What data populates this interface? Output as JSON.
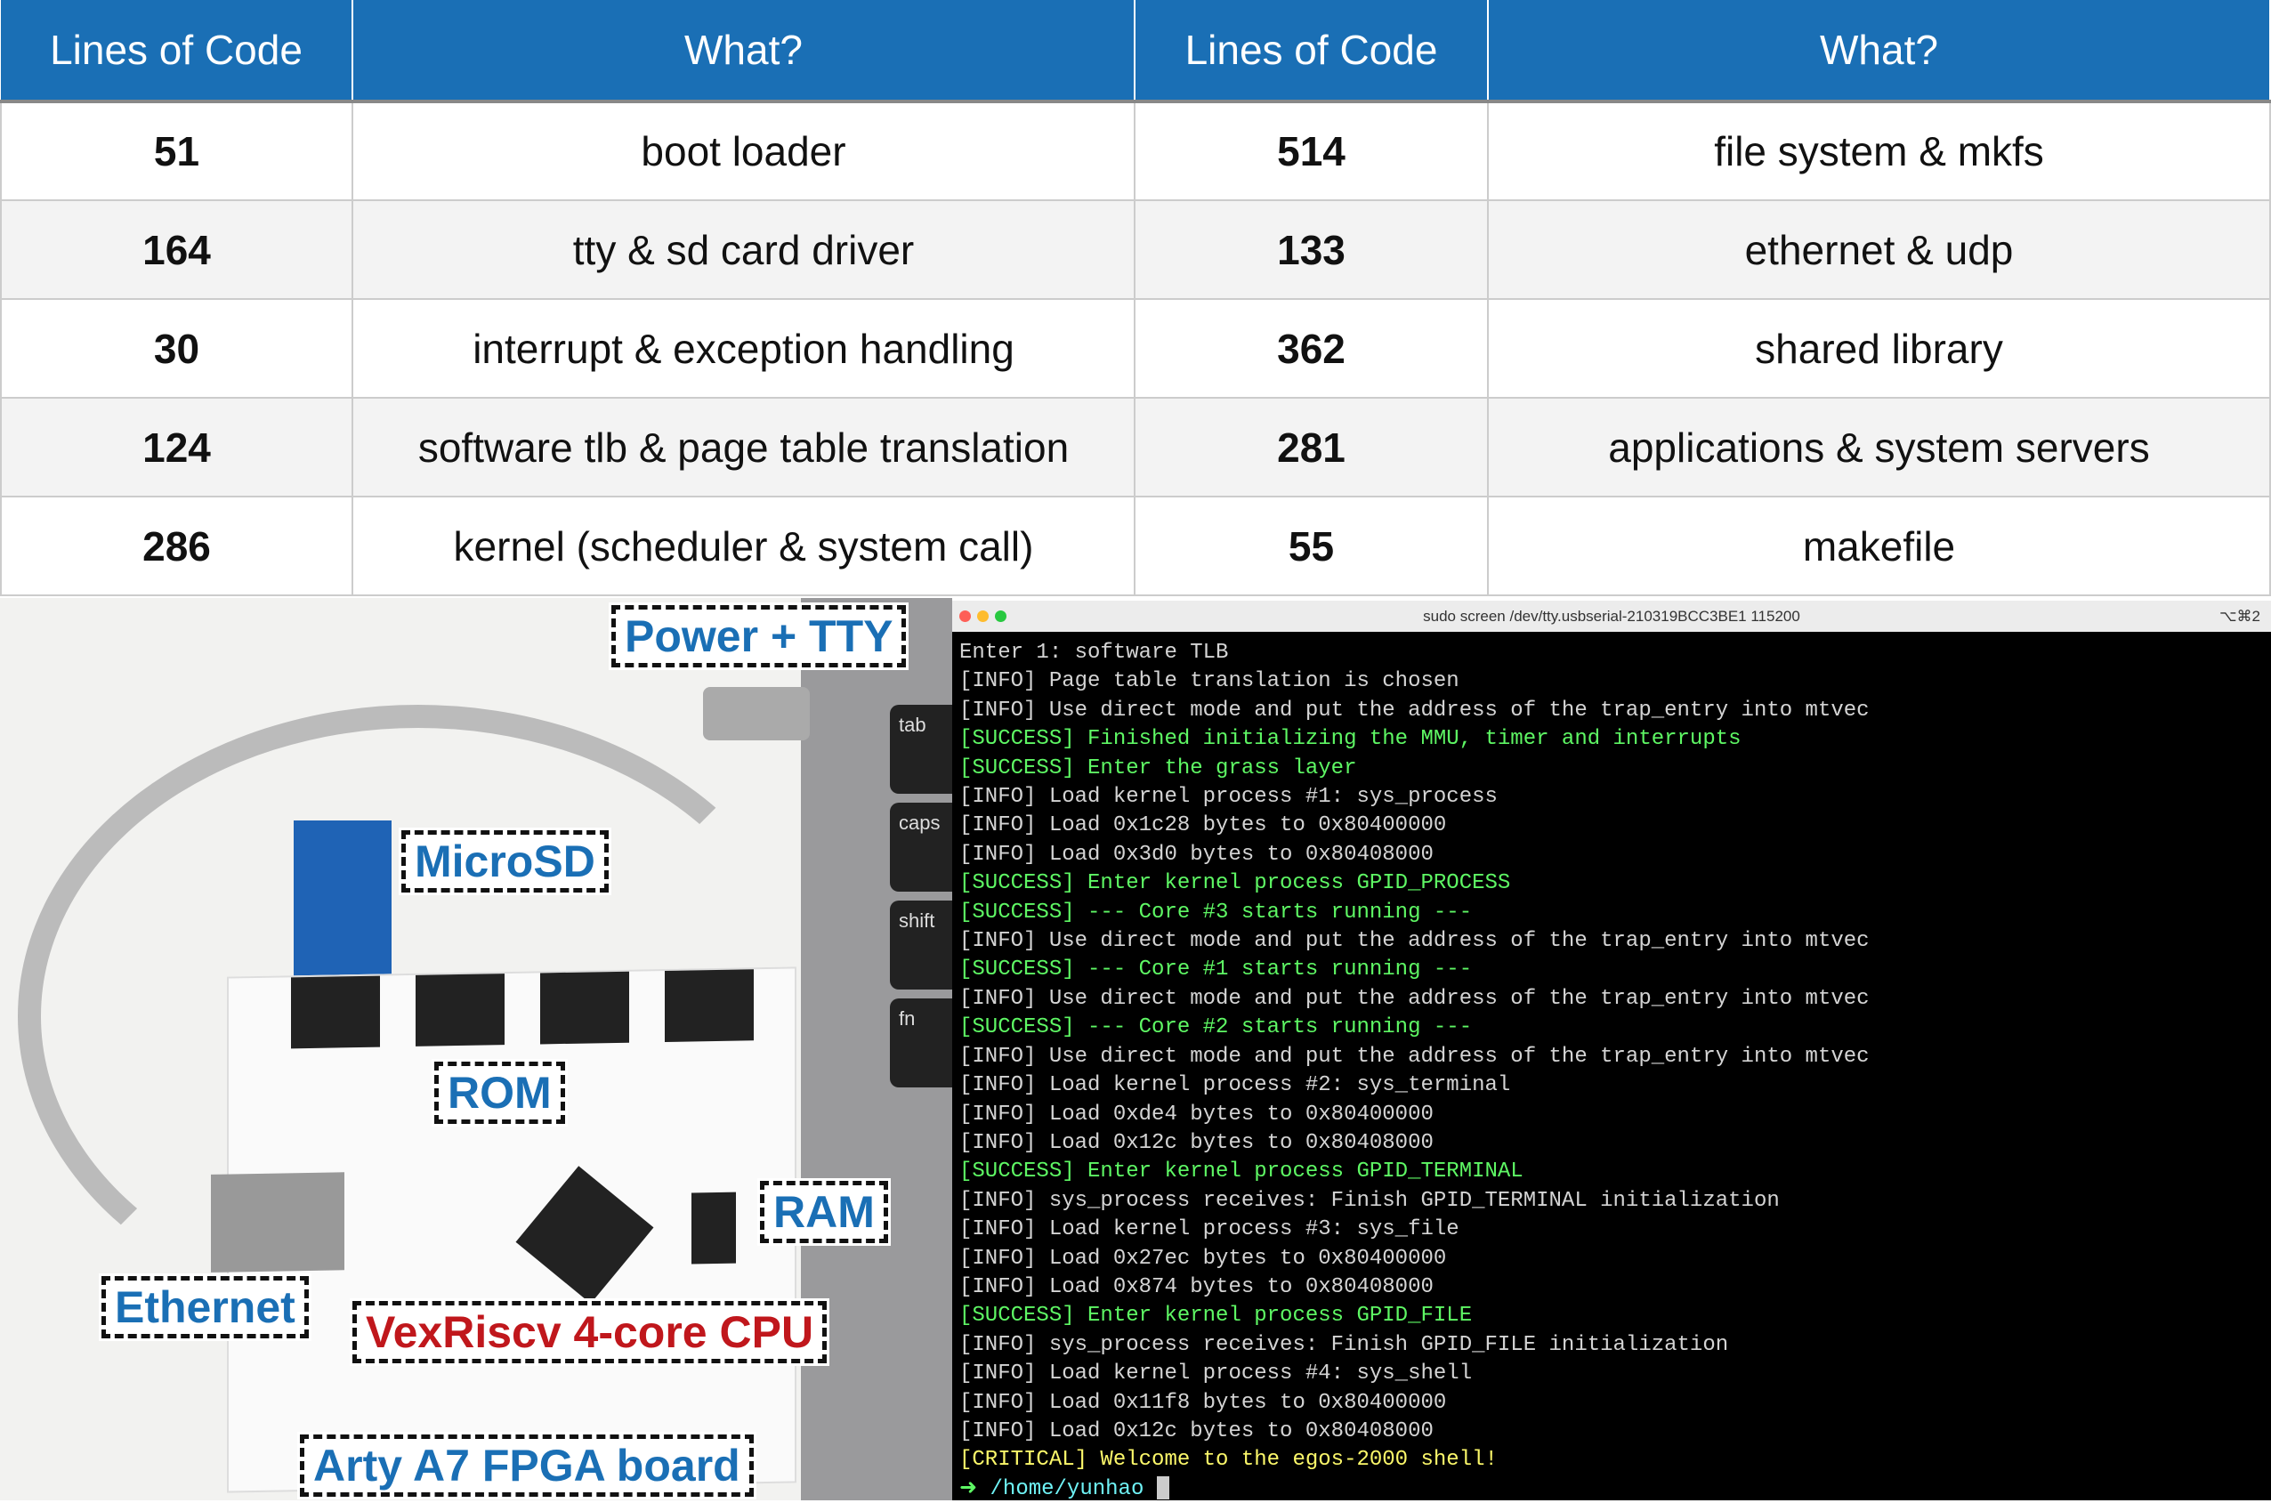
{
  "table": {
    "headers": [
      "Lines of Code",
      "What?",
      "Lines of Code",
      "What?"
    ],
    "rows": [
      [
        "51",
        "boot loader",
        "514",
        "file system & mkfs"
      ],
      [
        "164",
        "tty & sd card driver",
        "133",
        "ethernet & udp"
      ],
      [
        "30",
        "interrupt & exception handling",
        "362",
        "shared library"
      ],
      [
        "124",
        "software tlb & page table translation",
        "281",
        "applications & system servers"
      ],
      [
        "286",
        "kernel (scheduler & system call)",
        "55",
        "makefile"
      ]
    ]
  },
  "photo": {
    "labels": {
      "power": "Power + TTY",
      "microsd": "MicroSD",
      "rom": "ROM",
      "ram": "RAM",
      "ethernet": "Ethernet",
      "cpu": "VexRiscv 4-core CPU",
      "board": "Arty A7 FPGA board"
    },
    "keys": [
      "tab",
      "caps",
      "shift",
      "fn"
    ]
  },
  "terminal": {
    "title": "sudo screen /dev/tty.usbserial-210319BCC3BE1 115200",
    "shortcut": "⌥⌘2",
    "lines": [
      {
        "t": "info",
        "s": "Enter 1: software TLB"
      },
      {
        "t": "info",
        "s": "[INFO] Page table translation is chosen"
      },
      {
        "t": "info",
        "s": "[INFO] Use direct mode and put the address of the trap_entry into mtvec"
      },
      {
        "t": "succ",
        "s": "[SUCCESS] Finished initializing the MMU, timer and interrupts"
      },
      {
        "t": "succ",
        "s": "[SUCCESS] Enter the grass layer"
      },
      {
        "t": "info",
        "s": "[INFO] Load kernel process #1: sys_process"
      },
      {
        "t": "info",
        "s": "[INFO] Load 0x1c28 bytes to 0x80400000"
      },
      {
        "t": "info",
        "s": "[INFO] Load 0x3d0 bytes to 0x80408000"
      },
      {
        "t": "succ",
        "s": "[SUCCESS] Enter kernel process GPID_PROCESS"
      },
      {
        "t": "succ",
        "s": "[SUCCESS] --- Core #3 starts running ---"
      },
      {
        "t": "info",
        "s": "[INFO] Use direct mode and put the address of the trap_entry into mtvec"
      },
      {
        "t": "succ",
        "s": "[SUCCESS] --- Core #1 starts running ---"
      },
      {
        "t": "info",
        "s": "[INFO] Use direct mode and put the address of the trap_entry into mtvec"
      },
      {
        "t": "succ",
        "s": "[SUCCESS] --- Core #2 starts running ---"
      },
      {
        "t": "info",
        "s": "[INFO] Use direct mode and put the address of the trap_entry into mtvec"
      },
      {
        "t": "info",
        "s": "[INFO] Load kernel process #2: sys_terminal"
      },
      {
        "t": "info",
        "s": "[INFO] Load 0xde4 bytes to 0x80400000"
      },
      {
        "t": "info",
        "s": "[INFO] Load 0x12c bytes to 0x80408000"
      },
      {
        "t": "succ",
        "s": "[SUCCESS] Enter kernel process GPID_TERMINAL"
      },
      {
        "t": "info",
        "s": "[INFO] sys_process receives: Finish GPID_TERMINAL initialization"
      },
      {
        "t": "info",
        "s": "[INFO] Load kernel process #3: sys_file"
      },
      {
        "t": "info",
        "s": "[INFO] Load 0x27ec bytes to 0x80400000"
      },
      {
        "t": "info",
        "s": "[INFO] Load 0x874 bytes to 0x80408000"
      },
      {
        "t": "succ",
        "s": "[SUCCESS] Enter kernel process GPID_FILE"
      },
      {
        "t": "info",
        "s": "[INFO] sys_process receives: Finish GPID_FILE initialization"
      },
      {
        "t": "info",
        "s": "[INFO] Load kernel process #4: sys_shell"
      },
      {
        "t": "info",
        "s": "[INFO] Load 0x11f8 bytes to 0x80400000"
      },
      {
        "t": "info",
        "s": "[INFO] Load 0x12c bytes to 0x80408000"
      },
      {
        "t": "crit",
        "s": "[CRITICAL] Welcome to the egos-2000 shell!"
      }
    ],
    "prompt_arrow": "➜",
    "prompt_path": "/home/yunhao"
  }
}
